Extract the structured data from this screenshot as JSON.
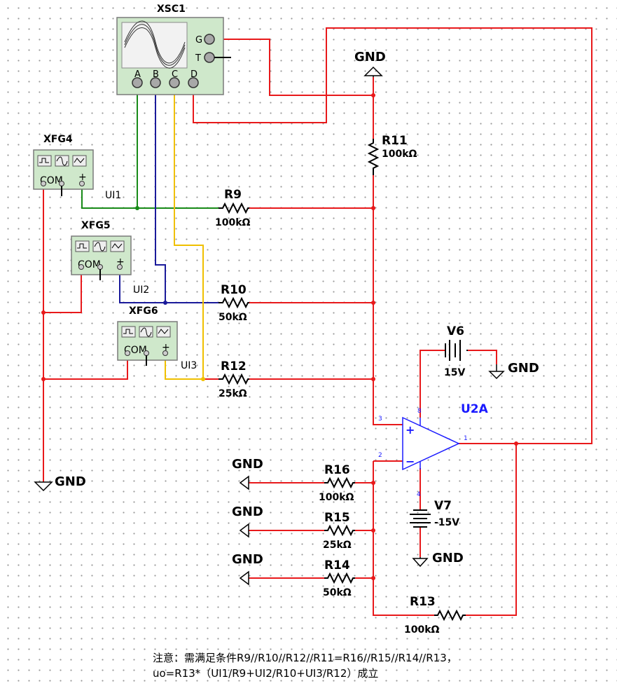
{
  "instruments": {
    "oscilloscope": {
      "name": "XSC1",
      "terminals": [
        "A",
        "B",
        "C",
        "D"
      ],
      "side_terminals": [
        "G",
        "T"
      ]
    },
    "generators": [
      {
        "name": "XFG4",
        "com": "COM",
        "plus": "+"
      },
      {
        "name": "XFG5",
        "com": "COM",
        "plus": "+"
      },
      {
        "name": "XFG6",
        "com": "COM",
        "plus": "+"
      }
    ]
  },
  "nets": {
    "ui1": "UI1",
    "ui2": "UI2",
    "ui3": "UI3"
  },
  "resistors": {
    "r9": {
      "name": "R9",
      "value": "100kΩ"
    },
    "r10": {
      "name": "R10",
      "value": "50kΩ"
    },
    "r11": {
      "name": "R11",
      "value": "100kΩ"
    },
    "r12": {
      "name": "R12",
      "value": "25kΩ"
    },
    "r13": {
      "name": "R13",
      "value": "100kΩ"
    },
    "r14": {
      "name": "R14",
      "value": "50kΩ"
    },
    "r15": {
      "name": "R15",
      "value": "25kΩ"
    },
    "r16": {
      "name": "R16",
      "value": "100kΩ"
    }
  },
  "sources": {
    "v6": {
      "name": "V6",
      "value": "15V"
    },
    "v7": {
      "name": "V7",
      "value": "-15V"
    }
  },
  "opamp": {
    "name": "U2A",
    "plus": "+",
    "minus": "−",
    "pins": {
      "p3": "3",
      "p2": "2",
      "p1": "1",
      "p8": "8",
      "p4": "4"
    }
  },
  "ground_label": "GND",
  "note": {
    "line1": "注意：需满足条件R9//R10//R12//R11=R16//R15//R14//R13，",
    "line2": "uo=R13*（UI1/R9+UI2/R10+UI3/R12）成立"
  },
  "colors": {
    "wire": "#e8191b",
    "ui1_wire": "#178a17",
    "ui2_wire": "#1a1a9a",
    "ui3_wire": "#f0c000",
    "instrument_body": "#cfe8cb",
    "opamp_label": "#1a1aff"
  }
}
